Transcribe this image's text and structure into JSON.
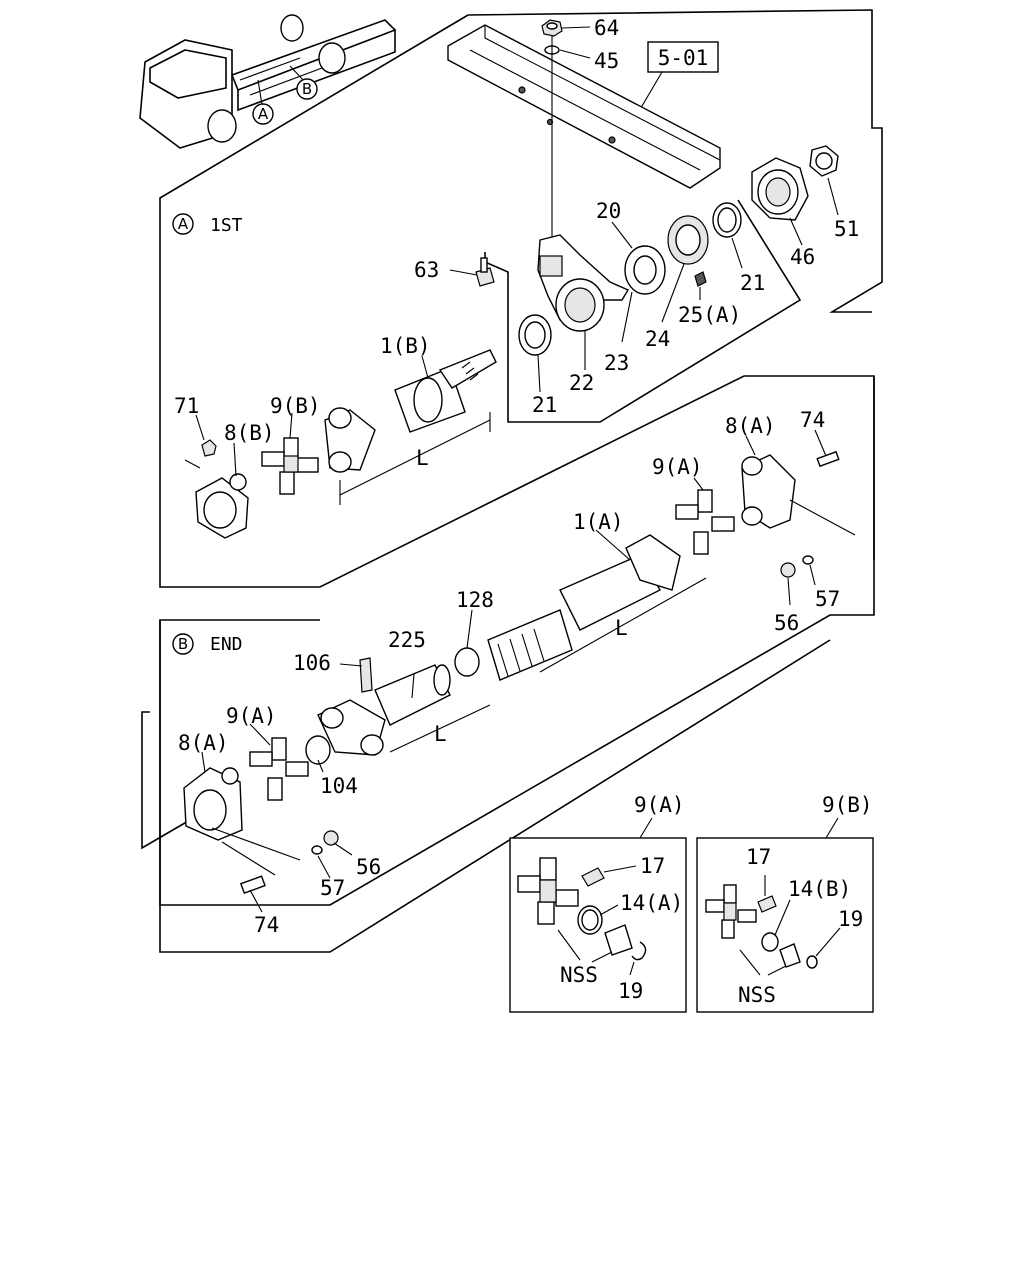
{
  "reference_box": "5-01",
  "sections": {
    "first": {
      "marker": "A",
      "title": "1ST"
    },
    "end": {
      "marker": "B",
      "title": "END"
    }
  },
  "truck_markers": [
    "A",
    "B"
  ],
  "callouts": {
    "p64": "64",
    "p45": "45",
    "p20": "20",
    "p51": "51",
    "p46": "46",
    "p21a": "21",
    "p21b": "21",
    "p63": "63",
    "p25a": "25(A)",
    "p24": "24",
    "p23": "23",
    "p22": "22",
    "p1b": "1(B)",
    "p71": "71",
    "p8b": "8(B)",
    "p9b": "9(B)",
    "pLa": "L",
    "p74a": "74",
    "p8a": "8(A)",
    "p9a": "9(A)",
    "p1a": "1(A)",
    "pLb": "L",
    "p57a": "57",
    "p56a": "56",
    "p128": "128",
    "p225": "225",
    "p106": "106",
    "p9a2": "9(A)",
    "p8a2": "8(A)",
    "pLc": "L",
    "p104": "104",
    "p56b": "56",
    "p57b": "57",
    "p74b": "74"
  },
  "inset_a": {
    "title": "9(A)",
    "p17": "17",
    "p14": "14(A)",
    "nss": "NSS",
    "p19": "19"
  },
  "inset_b": {
    "title": "9(B)",
    "p17": "17",
    "p14": "14(B)",
    "nss": "NSS",
    "p19": "19"
  }
}
